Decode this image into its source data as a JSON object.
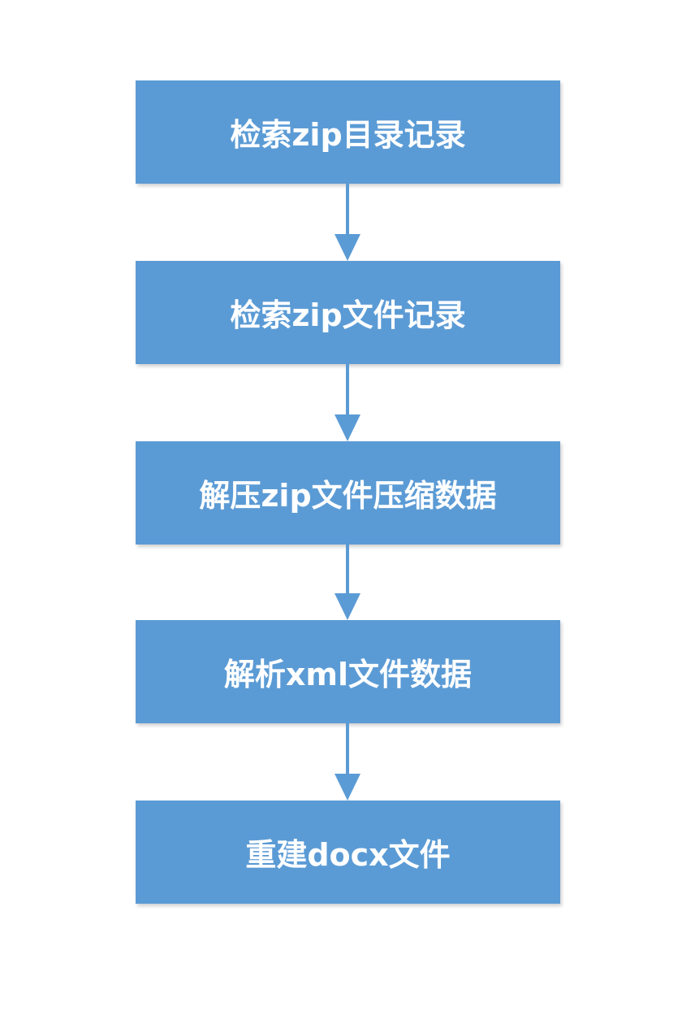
{
  "steps": [
    {
      "label": "检索zip目录记录"
    },
    {
      "label": "检索zip文件记录"
    },
    {
      "label": "解压zip文件压缩数据"
    },
    {
      "label": "解析xml文件数据"
    },
    {
      "label": "重建docx文件"
    }
  ],
  "colors": {
    "box_fill": "#5b9bd5",
    "box_text": "#ffffff",
    "arrow": "#5b9bd5",
    "background": "#ffffff"
  }
}
